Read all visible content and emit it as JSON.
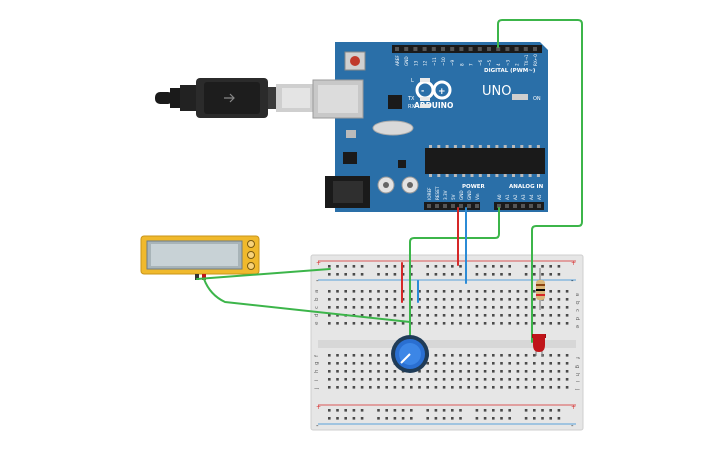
{
  "arduino": {
    "brand": "ARDUINO",
    "model": "UNO",
    "digital_header_label": "DIGITAL (PWM~)",
    "analog_header_label": "ANALOG IN",
    "power_header_label": "POWER",
    "on_label": "ON",
    "tx_label": "TX",
    "rx_label": "RX",
    "l_label": "L",
    "digital_pins": [
      "AREF",
      "GND",
      "13",
      "12",
      "~11",
      "~10",
      "~9",
      "8",
      "7",
      "~6",
      "~5",
      "4",
      "~3",
      "2",
      "TX→1",
      "RX←0"
    ],
    "power_pins": [
      "IOREF",
      "RESET",
      "3.3V",
      "5V",
      "GND",
      "GND",
      "Vin"
    ],
    "analog_pins": [
      "A0",
      "A1",
      "A2",
      "A3",
      "A4",
      "A5"
    ]
  },
  "breadboard": {
    "row_letters_top": [
      "a",
      "b",
      "c",
      "d",
      "e"
    ],
    "row_letters_bottom": [
      "f",
      "g",
      "h",
      "i",
      "j"
    ],
    "rail_plus": "+",
    "rail_minus": "-"
  },
  "colors": {
    "arduino_blue": "#2a6fa8",
    "wire_green": "#3cb54a",
    "wire_red": "#d62828",
    "wire_blue": "#2b8bd6",
    "led_red": "#c0151a",
    "multimeter_yellow": "#f0b92c",
    "breadboard": "#e6e6e6"
  },
  "icons": {
    "usb_cable": "usb-cable-icon",
    "potentiometer": "potentiometer-icon",
    "led": "led-icon",
    "resistor": "resistor-icon",
    "multimeter": "multimeter-icon"
  }
}
